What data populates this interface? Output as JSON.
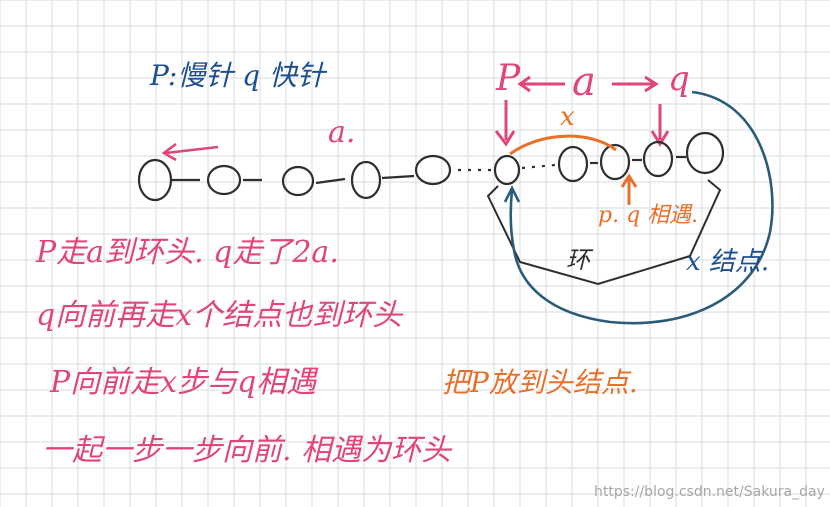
{
  "colors": {
    "grid": "#d7dde2",
    "ink": "#2e2e2e",
    "blue_ink": "#1c4f92",
    "pink_ink": "#e0457b",
    "orange_ink": "#e8702a",
    "teal_ink": "#2a5c7a",
    "watermark": "#a7a7a7"
  },
  "header": {
    "pointers": "P:慢针   q 快针"
  },
  "labels": {
    "a_segment": "a.",
    "p_marker": "P",
    "a_middle": "a",
    "q_marker": "q",
    "x_segment": "x",
    "meet_point": "p. q 相遇.",
    "ring": "环",
    "x_nodes": "x 结点."
  },
  "notes": {
    "line1": "P走a到环头. q走了2a.",
    "line2": "q向前再走x个结点也到环头",
    "line3": "P向前走x步与q相遇",
    "line4": "一起一步一步向前. 相遇为环头",
    "orange_note": "把P放到头结点."
  },
  "watermark": "https://blog.csdn.net/Sakura_day"
}
